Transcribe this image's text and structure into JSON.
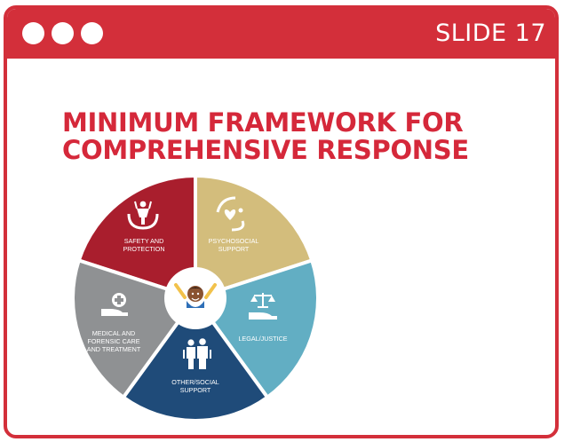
{
  "window": {
    "slide_label": "SLIDE 17",
    "accent_color": "#d32f3a"
  },
  "slide": {
    "title_line1": "MINIMUM FRAMEWORK FOR",
    "title_line2": "COMPREHENSIVE RESPONSE",
    "title_color": "#d5283a"
  },
  "framework": {
    "center_icon": "child-arms-raised-icon",
    "segments": [
      {
        "label_lines": [
          "SAFETY AND",
          "PROTECTION"
        ],
        "icon": "protected-child-icon",
        "color": "#a91e2d"
      },
      {
        "label_lines": [
          "PSYCHOSOCIAL",
          "SUPPORT"
        ],
        "icon": "hands-heart-icon",
        "color": "#d3bd7c"
      },
      {
        "label_lines": [
          "LEGAL/JUSTICE"
        ],
        "icon": "scales-hand-icon",
        "color": "#62aec3"
      },
      {
        "label_lines": [
          "OTHER/SOCIAL",
          "SUPPORT"
        ],
        "icon": "people-group-icon",
        "color": "#1f4b79"
      },
      {
        "label_lines": [
          "MEDICAL AND",
          "FORENSIC CARE",
          "AND TREATMENT"
        ],
        "icon": "medical-hand-icon",
        "color": "#8f9193"
      }
    ]
  }
}
